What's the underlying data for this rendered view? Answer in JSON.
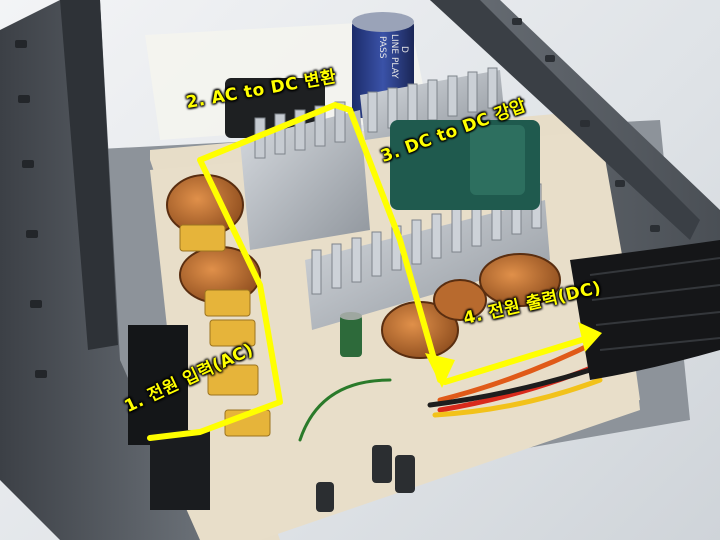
{
  "annotations": {
    "step1": "1. 전원 입력(AC)",
    "step2": "2. AC to DC 변환",
    "step3": "3. DC to DC 강압",
    "step4": "4. 전원 출력(DC)"
  },
  "components": {
    "capacitor_top_lines": [
      "D",
      "LINE PLAY",
      "PASS"
    ]
  },
  "colors": {
    "annotation": "#ffff00",
    "casing": "#5b6066",
    "pcb": "#e7ddc8",
    "heatsink": "#b9bec4"
  }
}
